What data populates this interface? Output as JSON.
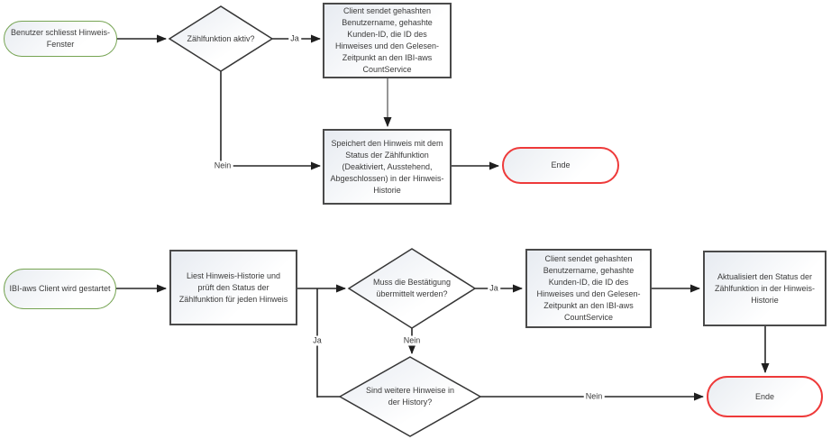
{
  "labels": {
    "yes": "Ja",
    "no": "Nein"
  },
  "palette": {
    "start_border": "#76a453",
    "end_border": "#ee3a3a",
    "process_border": "#4a4a4a",
    "diamond_border": "#363636",
    "connector": "#262626",
    "connector_muted": "#7c7c7c",
    "text": "#3a3a3a"
  },
  "flow1": {
    "start": "Benutzer schliesst Hinweis-\nFenster",
    "decision_active": "Zählfunktion aktiv?",
    "process_send": "Client sendet gehashten\nBenutzername, gehashte\nKunden-ID, die ID des\nHinweises und den Gelesen-\nZeitpunkt an den IBI-aws\nCountService",
    "process_store": "Speichert den Hinweis mit dem\nStatus der Zählfunktion\n(Deaktiviert, Ausstehend,\nAbgeschlossen) in der Hinweis-\nHistorie",
    "end": "Ende"
  },
  "flow2": {
    "start": "IBI-aws Client wird gestartet",
    "process_read": "Liest Hinweis-Historie und\nprüft den Status der\nZählfunktion für jeden Hinweis",
    "decision_confirm": "Muss die Bestätigung\nübermittelt werden?",
    "process_send": "Client sendet gehashten\nBenutzername, gehashte\nKunden-ID, die ID des\nHinweises und den Gelesen-\nZeitpunkt an den IBI-aws\nCountService",
    "process_update": "Aktualisiert den Status der\nZählfunktion in der Hinweis-\nHistorie",
    "decision_more": "Sind weitere Hinweise in\nder History?",
    "end": "Ende"
  }
}
